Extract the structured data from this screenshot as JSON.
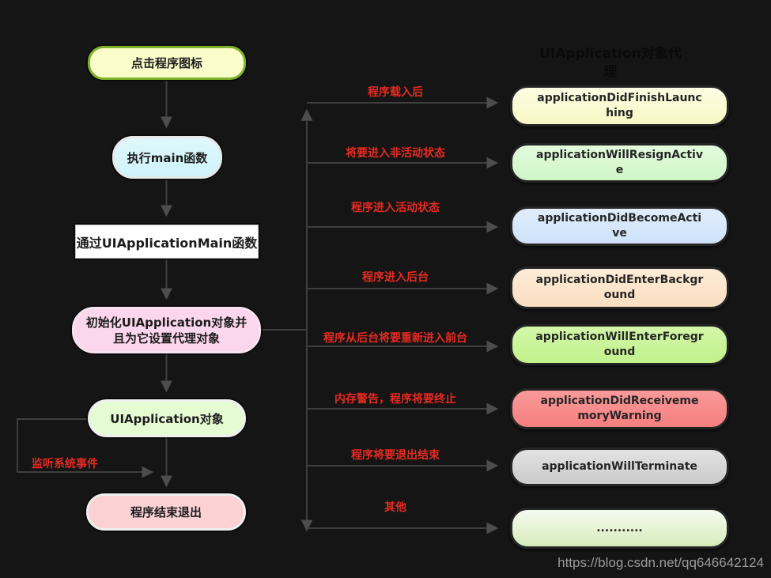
{
  "diagram": {
    "background_color": "#151515",
    "connector_color": "#3e3e3e",
    "transition_label_color": "#e62a22"
  },
  "left_flow": {
    "nodes": [
      {
        "id": "click-app-icon",
        "label": "点击程序图标",
        "fill": "#fafcca",
        "border": "#7fb32b"
      },
      {
        "id": "run-main",
        "label": "执行main函数",
        "fill": "#d7f6fb",
        "border": "#e8e8e8"
      },
      {
        "id": "uiapplicationmain",
        "label": "通过UIApplicationMain函数",
        "fill": "#ffffff",
        "border": "#bfbfbf"
      },
      {
        "id": "init-uiapplication",
        "label": "初始化UIApplication对象并且为它设置代理对象",
        "fill": "#fbd6ec",
        "border": "#f6e3ef"
      },
      {
        "id": "uiapplication-object",
        "label": "UIApplication对象",
        "fill": "#e5fbd2",
        "border": "#efefef"
      },
      {
        "id": "app-exit",
        "label": "程序结束退出",
        "fill": "#fbd1d4",
        "border": "#efefef"
      }
    ],
    "loop_label": "监听系统事件"
  },
  "delegate_column": {
    "title": "UIApplication对象代理",
    "boxes": [
      {
        "label": "applicationDidFinishLaunching",
        "fill": "#fafad0"
      },
      {
        "label": "applicationWillResignActive",
        "fill": "#d9f8d2"
      },
      {
        "label": "applicationDidBecomeActive",
        "fill": "#d7e7fb"
      },
      {
        "label": "applicationDidEnterBackground",
        "fill": "#fbe3c9"
      },
      {
        "label": "applicationWillEnterForeground",
        "fill": "#c9f49b"
      },
      {
        "label": "applicationDidReceivememoryWarning",
        "fill": "#f78b8b"
      },
      {
        "label": "applicationWillTerminate",
        "fill": "#d5d5d5"
      },
      {
        "label": "...........",
        "fill": "#e3f2cd"
      }
    ]
  },
  "transitions": [
    "程序载入后",
    "将要进入非活动状态",
    "程序进入活动状态",
    "程序进入后台",
    "程序从后台将要重新进入前台",
    "内存警告，程序将要终止",
    "程序将要退出结束",
    "其他"
  ],
  "watermark": "https://blog.csdn.net/qq646642124"
}
